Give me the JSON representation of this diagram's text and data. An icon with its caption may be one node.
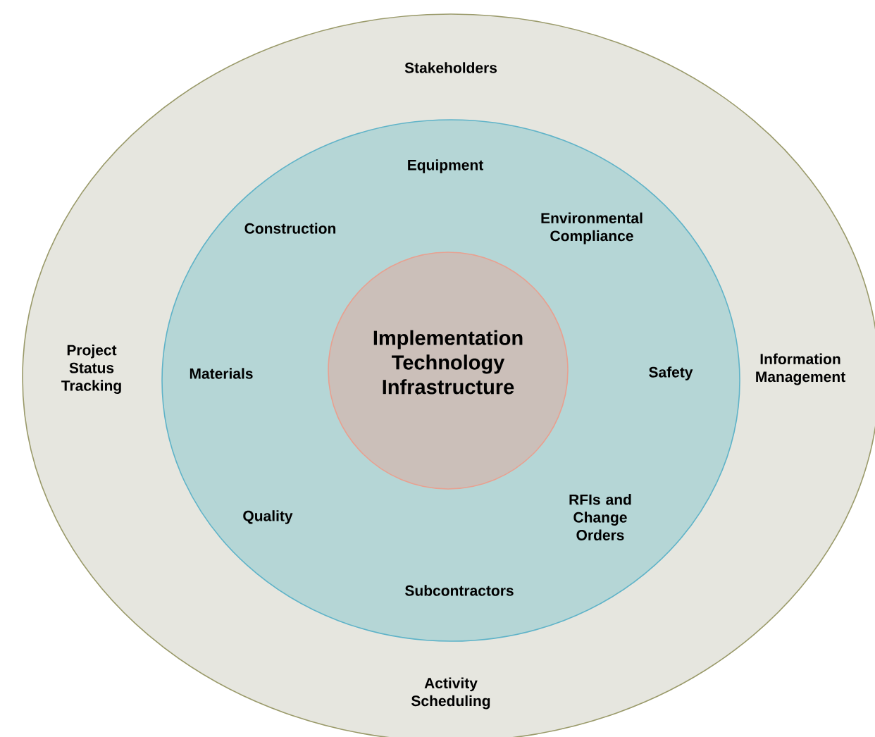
{
  "diagram": {
    "nodes": [
      {
        "text": [
          "Stakeholders",
          "Project Status Tracking",
          "Information Management",
          "Activity Scheduling"
        ]
      },
      {
        "text": [
          "Equipment",
          "Construction",
          "Environmental Compliance",
          "Materials",
          "Safety",
          "Quality",
          "RFIs and Change Orders",
          "Subcontractors"
        ],
        "in": 0
      },
      {
        "text": [
          "Implementation Technology Infrastructure"
        ],
        "in": 1
      }
    ]
  }
}
